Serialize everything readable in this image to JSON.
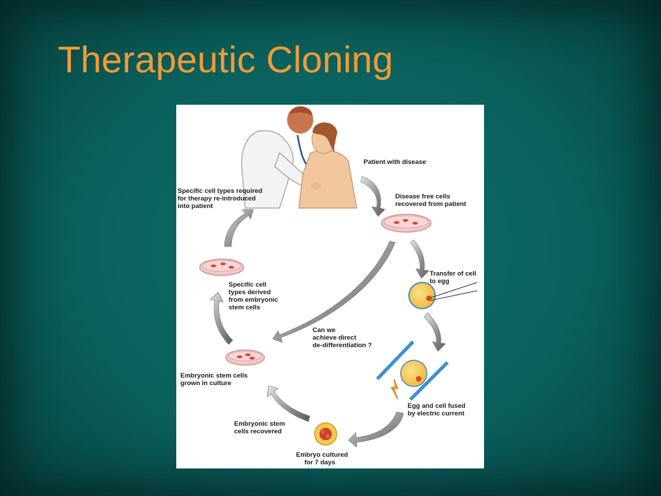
{
  "slide": {
    "title": "Therapeutic Cloning"
  },
  "diagram": {
    "labels": {
      "patient": [
        "Patient with disease"
      ],
      "disease_free": [
        "Disease free cells",
        "recovered from patient"
      ],
      "transfer": [
        "Transfer of cell",
        "to egg"
      ],
      "fused": [
        "Egg and cell fused",
        "by electric current"
      ],
      "embryo": [
        "Embryo cultured",
        "for 7 days"
      ],
      "es_recovered": [
        "Embryonic stem",
        "cells recovered"
      ],
      "es_grown": [
        "Embryonic stem cells",
        "grown in culture"
      ],
      "specific_types": [
        "Specific cell",
        "types derived",
        "from embryonic",
        "stem cells"
      ],
      "reintroduced": [
        "Specific cell types required",
        "for therapy re-introduced",
        "into patient"
      ],
      "direct": [
        "Can we",
        "achieve direct",
        "de-differentiation ?"
      ]
    },
    "colors": {
      "dish_fill": "#f6cfd0",
      "dish_cells": "#d8452a",
      "egg_fill": "#f7c94f",
      "egg_ring": "#4c89c6",
      "electrode": "#3f8ed0",
      "arrow": "#777777",
      "bolt": "#f0a020"
    }
  }
}
